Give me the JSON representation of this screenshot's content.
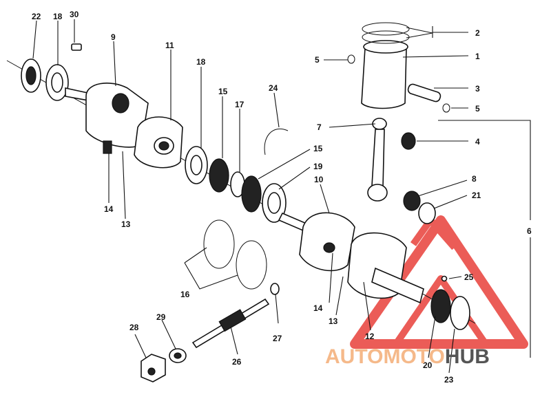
{
  "diagram": {
    "callouts": [
      "1",
      "2",
      "3",
      "4",
      "5",
      "5",
      "6",
      "7",
      "8",
      "9",
      "10",
      "11",
      "12",
      "13",
      "13",
      "14",
      "14",
      "15",
      "15",
      "16",
      "17",
      "18",
      "18",
      "19",
      "20",
      "21",
      "22",
      "23",
      "24",
      "25",
      "26",
      "27",
      "28",
      "29",
      "30"
    ],
    "watermark": {
      "text_a": "AUTOMOTO",
      "text_b": "HUB",
      "color_a": "#f5b98a",
      "color_b": "#555555",
      "logo_color": "#e8403a"
    }
  }
}
